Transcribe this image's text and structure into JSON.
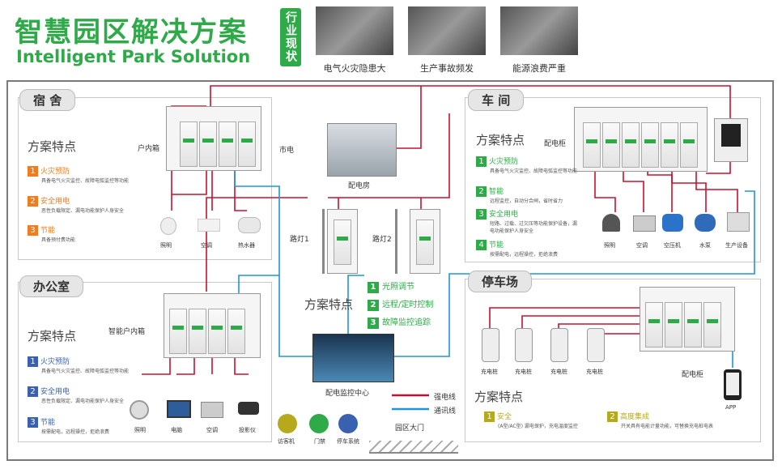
{
  "header": {
    "title_cn": "智慧园区解决方案",
    "title_en": "Intelligent Park Solution",
    "status_label": "行业现状",
    "photos": [
      {
        "caption": "电气火灾隐患大"
      },
      {
        "caption": "生产事故频发"
      },
      {
        "caption": "能源浪费严重"
      }
    ]
  },
  "dormitory": {
    "title": "宿 舍",
    "features_title": "方案特点",
    "box_label": "户内箱",
    "features": [
      {
        "num": "1",
        "head": "火灾预防",
        "desc": "具备电气火灾监控、故障电弧监控等功能"
      },
      {
        "num": "2",
        "head": "安全用电",
        "desc": "恶性负载限定、漏电功能保护人身安全"
      },
      {
        "num": "3",
        "head": "节能",
        "desc": "具备预付费功能"
      }
    ],
    "devices": [
      "照明",
      "空调",
      "热水器"
    ]
  },
  "office": {
    "title": "办公室",
    "features_title": "方案特点",
    "box_label": "智能户内箱",
    "features": [
      {
        "num": "1",
        "head": "火灾预防",
        "desc": "具备电气火灾监控、故障电弧监控等功能"
      },
      {
        "num": "2",
        "head": "安全用电",
        "desc": "恶性负载限定、漏电功能保护人身安全"
      },
      {
        "num": "3",
        "head": "节能",
        "desc": "按需配电，远程操控，拒绝浪费"
      }
    ],
    "devices": [
      "照明",
      "电脑",
      "空调",
      "投影仪"
    ]
  },
  "center": {
    "mains_label": "市电",
    "room_label": "配电房",
    "lamp1": "路灯1",
    "lamp2": "路灯2",
    "features_title": "方案特点",
    "features": [
      {
        "num": "1",
        "text": "光照调节"
      },
      {
        "num": "2",
        "text": "远程/定时控制"
      },
      {
        "num": "3",
        "text": "故障监控追踪"
      }
    ],
    "monitor_label": "配电监控中心"
  },
  "workshop": {
    "title": "车 间",
    "features_title": "方案特点",
    "box_label": "配电柜",
    "features": [
      {
        "num": "1",
        "head": "火灾预防",
        "desc": "具备电气火灾监控、故障电弧监控等功能"
      },
      {
        "num": "2",
        "head": "智能",
        "desc": "远程监控，自动分合闸，省时省力"
      },
      {
        "num": "3",
        "head": "安全用电",
        "desc": "短路、过载、过欠压等功能保护设备，漏电功能保护人身安全"
      },
      {
        "num": "4",
        "head": "节能",
        "desc": "按需配电，远程操控，拒绝浪费"
      }
    ],
    "devices": [
      "照明",
      "空调",
      "空压机",
      "水泵",
      "生产设备"
    ]
  },
  "parking": {
    "title": "停车场",
    "features_title": "方案特点",
    "box_label": "配电柜",
    "app_label": "APP",
    "chargers": [
      "充电桩",
      "充电桩",
      "充电桩",
      "充电桩"
    ],
    "features": [
      {
        "num": "1",
        "head": "安全",
        "desc": "(A型/AC型) 漏电保护，充电温度监控"
      },
      {
        "num": "2",
        "head": "高度集成",
        "desc": "开关具有电能计量功能，可替换充电桩电表"
      }
    ]
  },
  "bottom": {
    "items": [
      "访客机",
      "门禁",
      "停车系统"
    ],
    "gate_label": "园区大门",
    "legend": [
      {
        "label": "强电线",
        "color": "#c8102e"
      },
      {
        "label": "通讯线",
        "color": "#1f95d8"
      }
    ]
  }
}
